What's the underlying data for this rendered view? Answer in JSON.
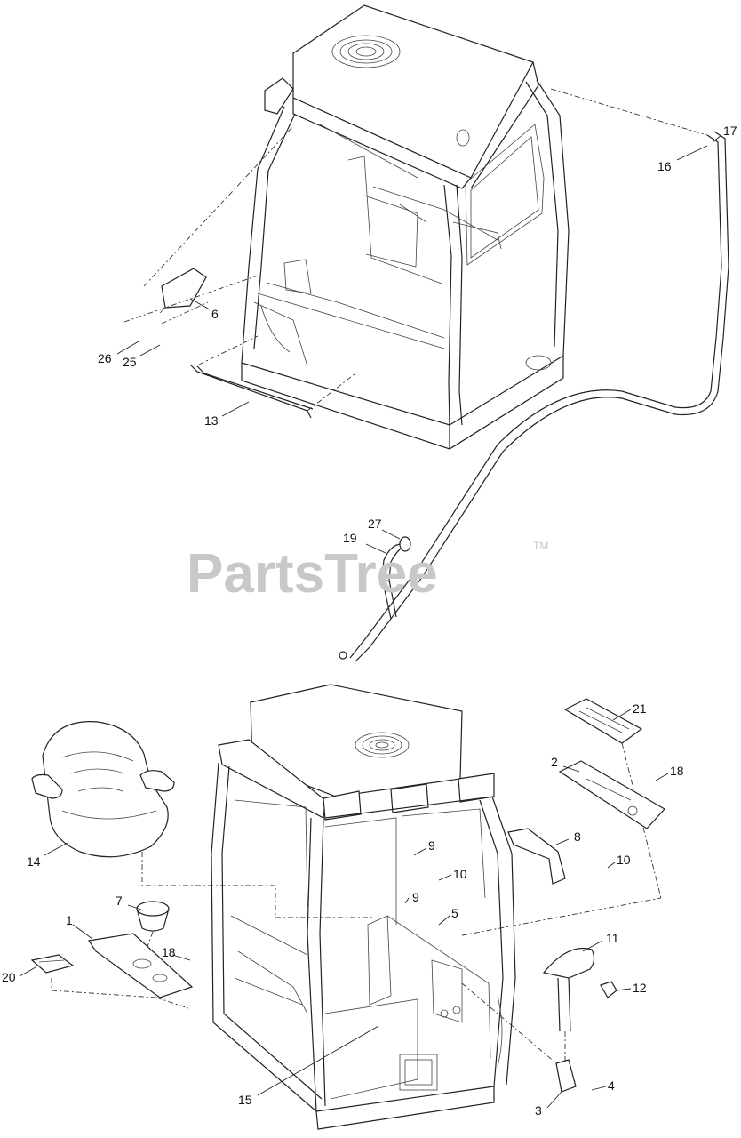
{
  "watermark": {
    "text": "PartsTree",
    "trademark": "TM"
  },
  "callouts": [
    {
      "id": "c17",
      "text": "17"
    },
    {
      "id": "c16",
      "text": "16"
    },
    {
      "id": "c6",
      "text": "6"
    },
    {
      "id": "c26",
      "text": "26"
    },
    {
      "id": "c25",
      "text": "25"
    },
    {
      "id": "c13",
      "text": "13"
    },
    {
      "id": "c27",
      "text": "27"
    },
    {
      "id": "c19",
      "text": "19"
    },
    {
      "id": "c21",
      "text": "21"
    },
    {
      "id": "c2",
      "text": "2"
    },
    {
      "id": "c18a",
      "text": "18"
    },
    {
      "id": "c14",
      "text": "14"
    },
    {
      "id": "c9a",
      "text": "9"
    },
    {
      "id": "c8",
      "text": "8"
    },
    {
      "id": "c10a",
      "text": "10"
    },
    {
      "id": "c10b",
      "text": "10"
    },
    {
      "id": "c7",
      "text": "7"
    },
    {
      "id": "c9b",
      "text": "9"
    },
    {
      "id": "c5",
      "text": "5"
    },
    {
      "id": "c1",
      "text": "1"
    },
    {
      "id": "c11",
      "text": "11"
    },
    {
      "id": "c18b",
      "text": "18"
    },
    {
      "id": "c20",
      "text": "20"
    },
    {
      "id": "c12",
      "text": "12"
    },
    {
      "id": "c4",
      "text": "4"
    },
    {
      "id": "c15",
      "text": "15"
    },
    {
      "id": "c3",
      "text": "3"
    }
  ],
  "icons": {
    "logo": "partstree-watermark"
  }
}
